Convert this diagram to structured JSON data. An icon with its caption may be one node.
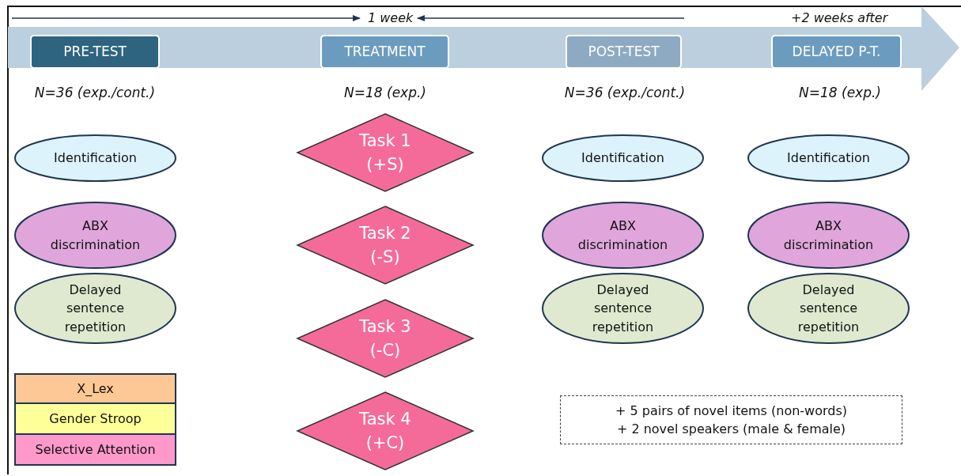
{
  "diagram": {
    "nodes": [
      {
        "text": [
          "PRE-TEST"
        ],
        "beside": [
          "N=36 (exp./cont.)"
        ]
      },
      {
        "text": [
          "TREATMENT"
        ],
        "beside": [
          "N=18 (exp.)"
        ]
      },
      {
        "text": [
          "POST-TEST"
        ],
        "beside": [
          "N=36 (exp./cont.)"
        ]
      },
      {
        "text": [
          "DELAYED P-T."
        ],
        "beside": [
          "N=18 (exp.)"
        ]
      },
      {
        "text": [
          "Identification"
        ]
      },
      {
        "text": [
          "ABX discrimination"
        ]
      },
      {
        "text": [
          "Delayed sentence repetition"
        ]
      },
      {
        "text": [
          "Task 1 (+S)"
        ]
      },
      {
        "text": [
          "Task 2 (-S)"
        ]
      },
      {
        "text": [
          "Task 3 (-C)"
        ]
      },
      {
        "text": [
          "Task 4 (+C)"
        ]
      },
      {
        "text": [
          "Identification"
        ]
      },
      {
        "text": [
          "ABX discrimination"
        ]
      },
      {
        "text": [
          "Delayed sentence repetition"
        ]
      },
      {
        "text": [
          "Identification"
        ]
      },
      {
        "text": [
          "ABX discrimination"
        ]
      },
      {
        "text": [
          "Delayed sentence repetition"
        ]
      },
      {
        "text": [
          "X_Lex"
        ]
      },
      {
        "text": [
          "Gender Stroop"
        ]
      },
      {
        "text": [
          "Selective Attention"
        ]
      },
      {
        "text": [
          "+ 5 pairs of novel items (non-words)",
          "+ 2 novel speakers (male & female)"
        ]
      }
    ],
    "labels": [
      "1 week",
      "+2 weeks after"
    ]
  }
}
